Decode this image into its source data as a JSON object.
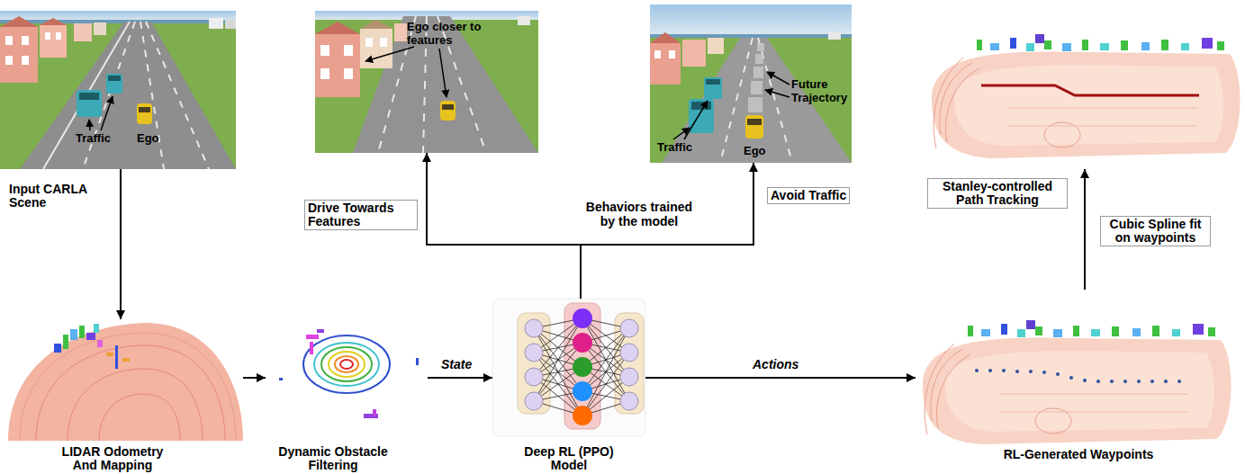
{
  "diagram": {
    "nodes": [
      {
        "text": [
          "Input CARLA Scene"
        ]
      },
      {
        "text": [
          "Drive Towards Features"
        ]
      },
      {
        "text": [
          "Avoid Traffic"
        ]
      },
      {
        "text": [
          "Stanley-controlled Path Tracking"
        ]
      },
      {
        "text": [
          "LIDAR Odometry And Mapping"
        ]
      },
      {
        "text": [
          "Dynamic Obstacle Filtering"
        ]
      },
      {
        "text": [
          "Deep RL (PPO) Model"
        ]
      },
      {
        "text": [
          "RL-Generated Waypoints"
        ]
      }
    ],
    "edges": [
      {
        "from": 0,
        "to": 4,
        "arrow": "to"
      },
      {
        "from": 4,
        "to": 5,
        "arrow": "to"
      },
      {
        "from": 5,
        "to": 6,
        "label": "State",
        "arrow": "to"
      },
      {
        "from": 6,
        "to": 7,
        "label": "Actions",
        "arrow": "to"
      },
      {
        "from": 7,
        "to": 3,
        "label": "Cubic Spline fit on waypoints",
        "arrow": "to"
      },
      {
        "from": 6,
        "to": 1,
        "arrow": "to"
      },
      {
        "from": 6,
        "to": 2,
        "arrow": "to"
      }
    ],
    "labels": [
      "Traffic",
      "Ego",
      "Ego closer to features",
      "Behaviors trained by the model",
      "Future Trajectory",
      "Traffic",
      "Ego"
    ]
  }
}
